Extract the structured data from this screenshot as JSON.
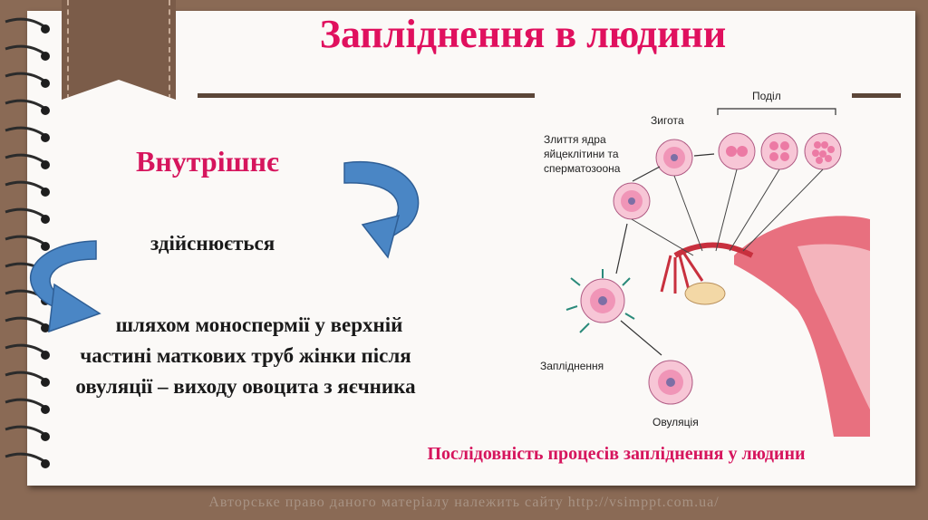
{
  "slide": {
    "title": "Запліднення в людини",
    "subtitle": "Внутрішнє",
    "text_1": "здійснюється",
    "text_2": "шляхом моноспермії у верхній частині маткових труб жінки після овуляції – виходу овоцита з яєчника",
    "caption": "Послідовність процесів запліднення у людини",
    "footer": "Авторське право даного матеріалу належить сайту http://vsimppt.com.ua/"
  },
  "diagram": {
    "label_division": "Поділ",
    "label_zygote": "Зиготa",
    "label_fusion_1": "Злиття ядра",
    "label_fusion_2": "яйцеклітини та",
    "label_fusion_3": "сперматозоона",
    "label_fertilization": "Запліднення",
    "label_ovulation": "Овуляція"
  },
  "colors": {
    "title": "#e0105e",
    "background": "#8a6a55",
    "paper": "#fbf9f7",
    "arrow_blue": "#4a86c5"
  }
}
